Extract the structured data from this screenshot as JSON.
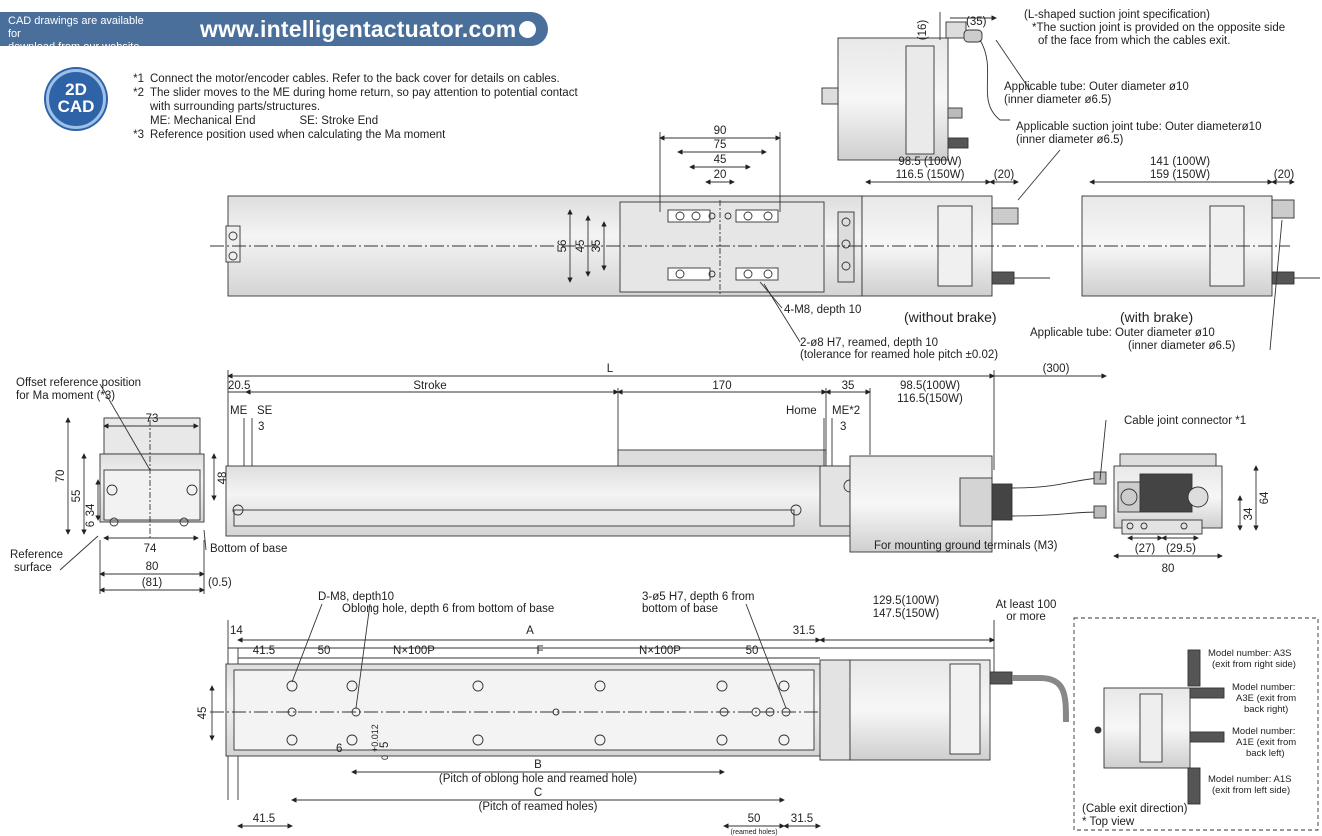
{
  "banner": {
    "line1": "CAD drawings are available for",
    "line2": "download from our website. Visit",
    "url": "www.intelligentactuator.com"
  },
  "badge": {
    "line1": "2D",
    "line2": "CAD"
  },
  "notes": [
    {
      "key": "*1",
      "text": "Connect the motor/encoder cables. Refer to the back cover for details on cables."
    },
    {
      "key": "*2",
      "text": "The slider moves to the ME during home return, so pay attention to potential contact"
    },
    {
      "key": "",
      "text": "with surrounding parts/structures."
    },
    {
      "key": "*3",
      "text": "Reference position used when calculating the Ma moment"
    }
  ],
  "notes_me": "ME: Mechanical End",
  "notes_se": "SE: Stroke End",
  "suction": {
    "title": "(L-shaped suction joint specification)",
    "note1": "*The suction joint is provided on the opposite side",
    "note2": "of the face from which the cables exit.",
    "dim16": "(16)",
    "dim35": "(35)",
    "tube1": "Applicable tube: Outer diameter ø10",
    "tube2": "(inner diameter ø6.5)"
  },
  "top_view": {
    "suction_tube1": "Applicable suction joint tube: Outer diameterø10",
    "suction_tube2": "(inner diameter ø6.5)",
    "d90": "90",
    "d75": "75",
    "d45": "45",
    "d20": "20",
    "v56": "56",
    "v45": "45",
    "v35": "35",
    "m98": "98.5 (100W)",
    "m116": "116.5 (150W)",
    "m20": "(20)",
    "b141": "141 (100W)",
    "b159": "159 (150W)",
    "b20": "(20)",
    "hole_m8": "4-M8, depth 10",
    "reamed1": "2-ø8 H7, reamed, depth 10",
    "reamed2": "(tolerance for reamed hole pitch ±0.02)",
    "without_brake": "(without brake)",
    "with_brake": "(with brake)",
    "tube1": "Applicable tube: Outer diameter ø10",
    "tube2": "(inner diameter ø6.5)"
  },
  "side_view": {
    "L": "L",
    "d300": "(300)",
    "d20_5": "20.5",
    "stroke": "Stroke",
    "d170": "170",
    "d35": "35",
    "m98": "98.5(100W)",
    "m116": "116.5(150W)",
    "me": "ME",
    "se": "SE",
    "d3a": "3",
    "home": "Home",
    "me2": "ME*2",
    "d3b": "3",
    "cable_joint": "Cable joint connector *1",
    "ground": "For mounting ground terminals (M3)"
  },
  "end_view": {
    "offset1": "Offset reference position",
    "offset2": "for Ma moment (*3)",
    "d73": "73",
    "d70": "70",
    "d55": "55",
    "d34": "34",
    "d6": "6",
    "d48": "48",
    "d74": "74",
    "bottom": "Bottom of base",
    "ref1": "Reference",
    "ref2": "surface",
    "d80": "80",
    "d81": "(81)",
    "d05": "(0.5)"
  },
  "rear_view": {
    "d64": "64",
    "d34": "34",
    "d27": "(27)",
    "d29": "(29.5)",
    "d80": "80"
  },
  "bottom_view": {
    "dm8": "D-M8, depth10",
    "oblong": "Oblong hole, depth 6 from bottom of base",
    "holes1": "3-ø5 H7, depth 6 from",
    "holes2": "bottom of base",
    "d14": "14",
    "A": "A",
    "d41a": "41.5",
    "d50a": "50",
    "n1": "N×100P",
    "F": "F",
    "n2": "N×100P",
    "d50b": "50",
    "d31a": "31.5",
    "m129": "129.5(100W)",
    "m147": "147.5(150W)",
    "atleast1": "At least 100",
    "atleast2": "or more",
    "v45": "45",
    "d6": "6",
    "tol": "+0.012",
    "tol0": "0",
    "d5": "5",
    "B": "B",
    "pitch_b": "(Pitch of oblong hole and reamed hole)",
    "C": "C",
    "pitch_c": "(Pitch of reamed holes)",
    "d41b": "41.5",
    "d50c": "50",
    "reamed_small": "(reamed holes)",
    "d31b": "31.5"
  },
  "cable_exit": {
    "a3s1": "Model number: A3S",
    "a3s2": "(exit from right side)",
    "a3e1": "Model number:",
    "a3e2": "A3E (exit from",
    "a3e3": "back right)",
    "a1e1": "Model number:",
    "a1e2": "A1E (exit from",
    "a1e3": "back left)",
    "a1s1": "Model number: A1S",
    "a1s2": "(exit from left side)",
    "title": "(Cable exit direction)",
    "top": "* Top view"
  }
}
